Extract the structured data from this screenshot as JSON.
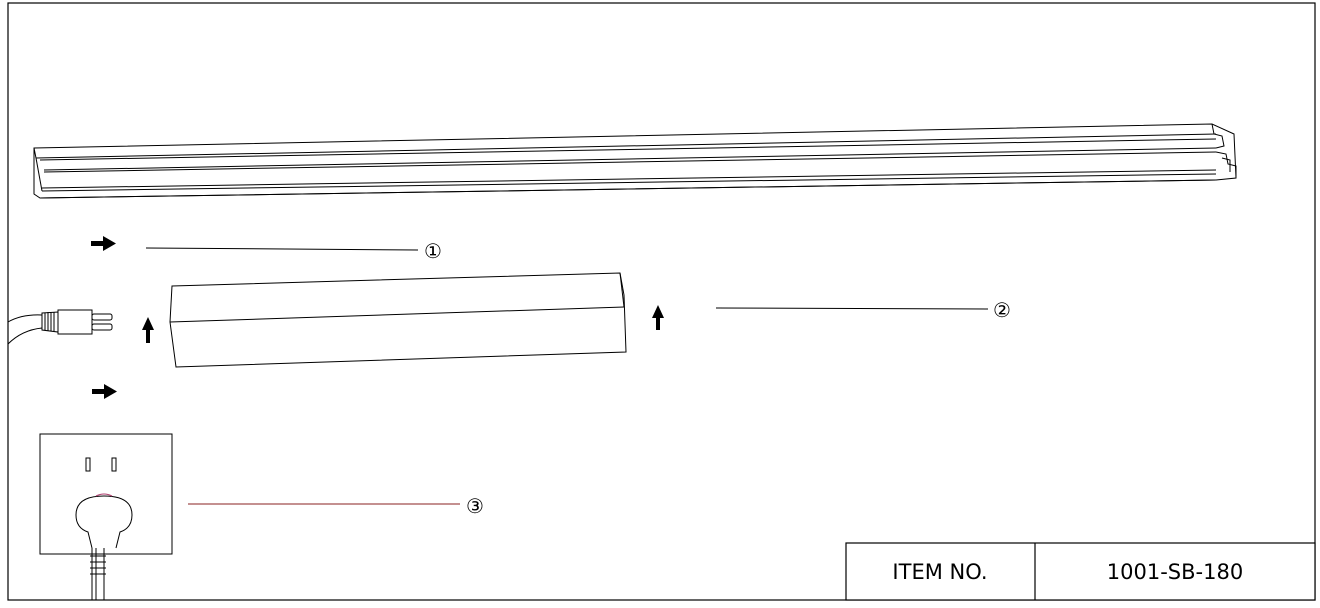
{
  "callouts": {
    "one": "①",
    "two": "②",
    "three": "③"
  },
  "title_block": {
    "item_label": "ITEM NO.",
    "item_value": "1001-SB-180"
  }
}
